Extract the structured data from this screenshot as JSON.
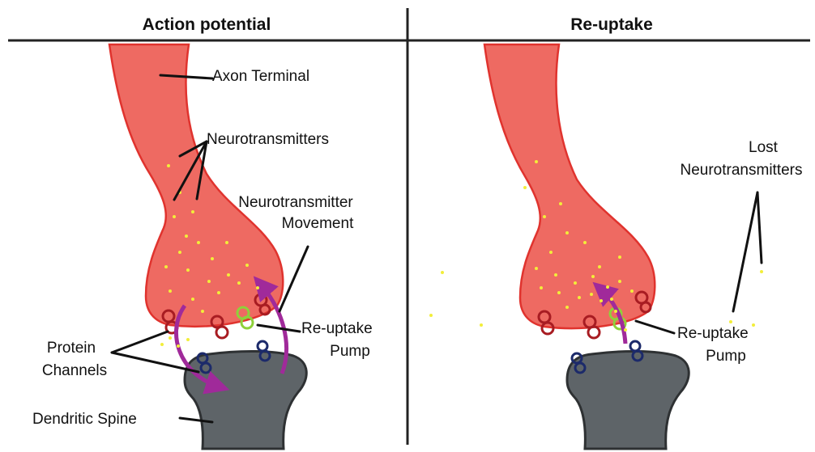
{
  "panels": {
    "left": {
      "title": "Action potential"
    },
    "right": {
      "title": "Re-uptake"
    }
  },
  "labels": {
    "axon_terminal": "Axon Terminal",
    "neurotransmitters": "Neurotransmitters",
    "nt_movement_line1": "Neurotransmitter",
    "nt_movement_line2": "Movement",
    "reuptake_pump_left_line1": "Re-uptake",
    "reuptake_pump_left_line2": "Pump",
    "protein_channels_line1": "Protein",
    "protein_channels_line2": "Channels",
    "dendritic_spine": "Dendritic Spine",
    "lost_nt_line1": "Lost",
    "lost_nt_line2": "Neurotransmitters",
    "reuptake_pump_right_line1": "Re-uptake",
    "reuptake_pump_right_line2": "Pump"
  },
  "colors": {
    "axon_fill": "#ee6a62",
    "axon_stroke": "#e0332e",
    "spine_fill": "#5e6468",
    "spine_stroke": "#2e3133",
    "channel_red": "#a81c22",
    "channel_blue": "#1c2a6a",
    "pump_green": "#8fd13a",
    "arrow_purple": "#a02a9a",
    "dot_yellow": "#f2ee3a"
  }
}
